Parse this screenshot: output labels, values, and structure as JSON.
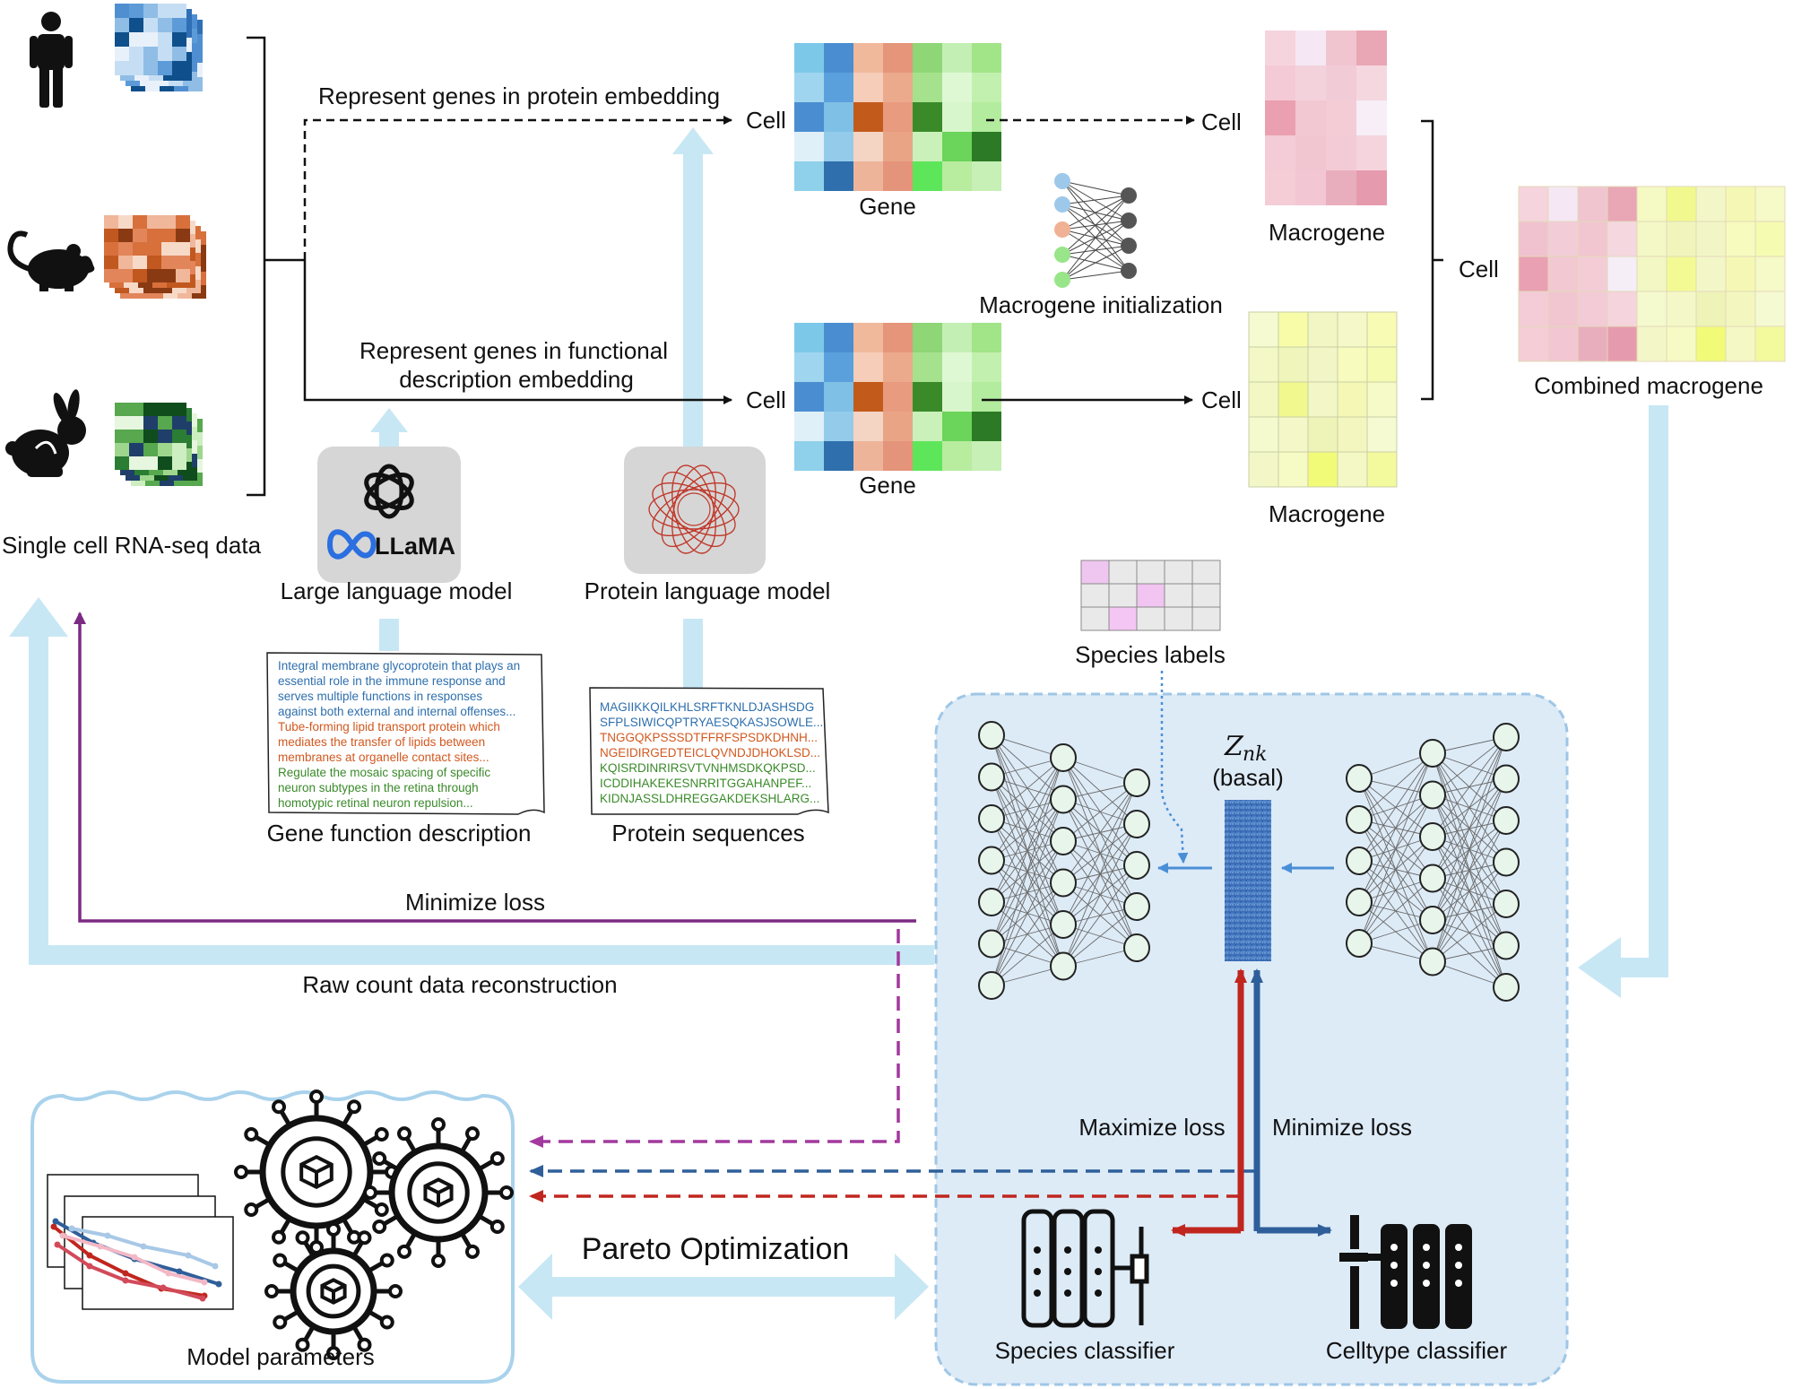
{
  "inputs": {
    "title": "Single cell RNA-seq data",
    "species_icons": [
      "human-icon",
      "mouse-icon",
      "rabbit-icon"
    ]
  },
  "branch_protein": {
    "caption": "Represent genes in protein embedding",
    "cell_label": "Cell",
    "gene_label": "Gene",
    "out_cell_label": "Cell",
    "macrogene_label": "Macrogene"
  },
  "branch_function": {
    "caption_line1": "Represent genes in functional",
    "caption_line2": "description embedding",
    "cell_label": "Cell",
    "gene_label": "Gene",
    "out_cell_label": "Cell",
    "macrogene_label": "Macrogene"
  },
  "macrogene_init": {
    "label": "Macrogene initialization"
  },
  "combined": {
    "cell_label": "Cell",
    "label": "Combined macrogene"
  },
  "llm": {
    "brand": "LLaMA",
    "label": "Large language model"
  },
  "plm": {
    "label": "Protein language model"
  },
  "gene_description": {
    "label": "Gene function description",
    "lines": [
      {
        "text": "Integral membrane glycoprotein that plays an",
        "color": "#2e6fad"
      },
      {
        "text": "essential role in the immune response and",
        "color": "#2e6fad"
      },
      {
        "text": "serves multiple functions in responses",
        "color": "#2e6fad"
      },
      {
        "text": "against both external and internal offenses...",
        "color": "#2e6fad"
      },
      {
        "text": "Tube-forming lipid transport protein which",
        "color": "#d2581f"
      },
      {
        "text": "mediates the transfer of lipids between",
        "color": "#d2581f"
      },
      {
        "text": "membranes at organelle contact sites...",
        "color": "#d2581f"
      },
      {
        "text": "Regulate the mosaic spacing of specific",
        "color": "#3a8a2a"
      },
      {
        "text": "neuron subtypes in the retina through",
        "color": "#3a8a2a"
      },
      {
        "text": "homotypic retinal neuron repulsion...",
        "color": "#3a8a2a"
      }
    ]
  },
  "protein_sequences": {
    "label": "Protein sequences",
    "lines": [
      {
        "text": "MAGIIKKQILKHLSRFTKNLDJASHSDG",
        "color": "#2e6fad"
      },
      {
        "text": "SFPLSIWICQPTRYAESQKASJSOWLE...",
        "color": "#2e6fad"
      },
      {
        "text": "TNGGQKPSSSDTFFRFSPSDKDHNH...",
        "color": "#d2581f"
      },
      {
        "text": "NGEIDIRGEDTEICLQVNDJDHOKLSD...",
        "color": "#d2581f"
      },
      {
        "text": "KQISRDINRIRSVTVNHMSDKQKPSD...",
        "color": "#3a8a2a"
      },
      {
        "text": "ICDDIHAKEKESNRRITGGAHANPEF...",
        "color": "#3a8a2a"
      },
      {
        "text": "KIDNJASSLDHREGGAKDEKSHLARG...",
        "color": "#3a8a2a"
      }
    ]
  },
  "species_labels": {
    "label": "Species labels"
  },
  "latent": {
    "symbol": "Z",
    "subscript": "nk",
    "sublabel": "(basal)"
  },
  "losses": {
    "minimize_top": "Minimize loss",
    "reconstruction": "Raw count data reconstruction",
    "maximize": "Maximize loss",
    "minimize_right": "Minimize loss"
  },
  "pareto": {
    "label": "Pareto Optimization"
  },
  "model_params": {
    "label": "Model parameters"
  },
  "classifiers": {
    "species": "Species classifier",
    "celltype": "Celltype classifier"
  },
  "colors": {
    "light_blue_arrow": "#c8e7f4",
    "panel_fill": "#ddebf7",
    "panel_border": "#9ec6e6",
    "purple": "#7b2a83",
    "red": "#c0261e",
    "blue": "#2f5f9a",
    "magenta_dashed": "#a3399e"
  }
}
